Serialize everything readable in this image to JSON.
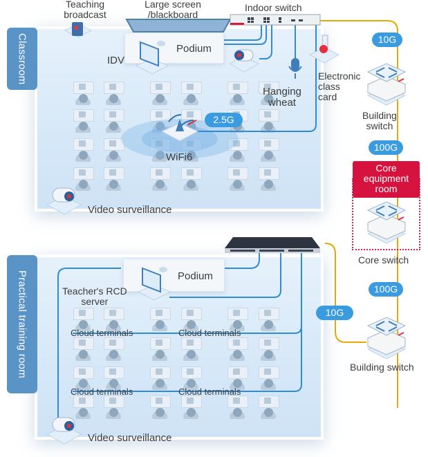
{
  "classroom": {
    "tab_label": "Classroom",
    "labels": {
      "teaching_broadcast": "Teaching\nbroadcast",
      "large_screen": "Large screen\n/blackboard",
      "indoor_switch": "Indoor switch",
      "podium": "Podium",
      "idv": "IDV",
      "hanging_wheat": "Hanging\nwheat",
      "electronic_class_card": "Electronic\nclass\ncard",
      "wifi": "WiFi6",
      "video_surveillance": "Video surveillance"
    },
    "link_speed_wifi": "2.5G"
  },
  "training_room": {
    "tab_label": "Practical training room",
    "labels": {
      "podium": "Podium",
      "teacher_server": "Teacher's RCD\nserver",
      "cloud_terminals": [
        "Cloud terminals",
        "Cloud terminals",
        "Cloud terminals",
        "Cloud terminals"
      ],
      "video_surveillance": "Video surveillance"
    }
  },
  "backbone": {
    "top_uplink_speed": "10G",
    "building_switch_top": "Building\nswitch",
    "core_link_top_speed": "100G",
    "core_room_title": "Core\nequipment\nroom",
    "core_switch": "Core switch",
    "core_link_bottom_speed": "100G",
    "bottom_uplink_speed": "10G",
    "building_switch_bottom": "Building switch"
  },
  "colors": {
    "uplink_line": "#e8a800",
    "lan_line": "#2f8bd6",
    "pill": "#3a9be0",
    "core_red": "#d6133f",
    "tab_blue": "#5a93c6"
  }
}
